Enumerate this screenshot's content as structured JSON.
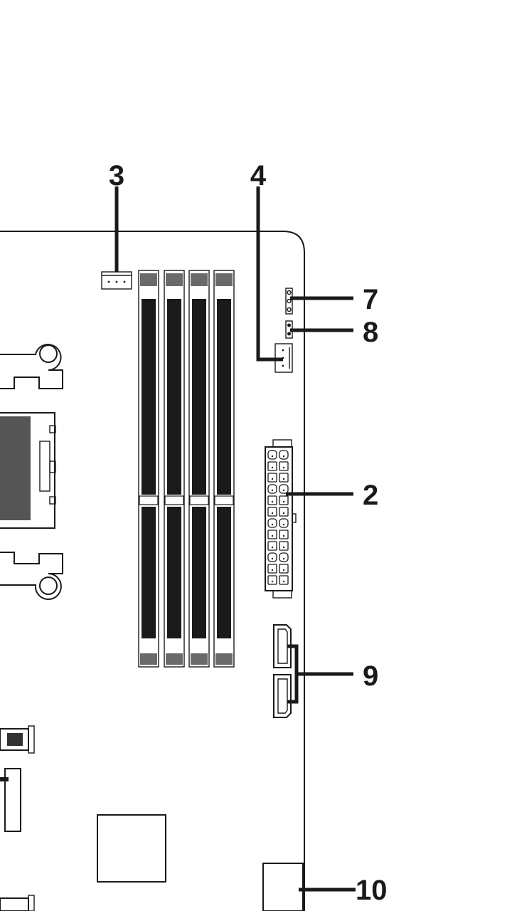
{
  "callouts": {
    "c3": "3",
    "c4": "4",
    "c7": "7",
    "c8": "8",
    "c2": "2",
    "c9": "9",
    "c10": "10"
  },
  "colors": {
    "ink": "#1a1a1a",
    "background": "#ffffff"
  }
}
